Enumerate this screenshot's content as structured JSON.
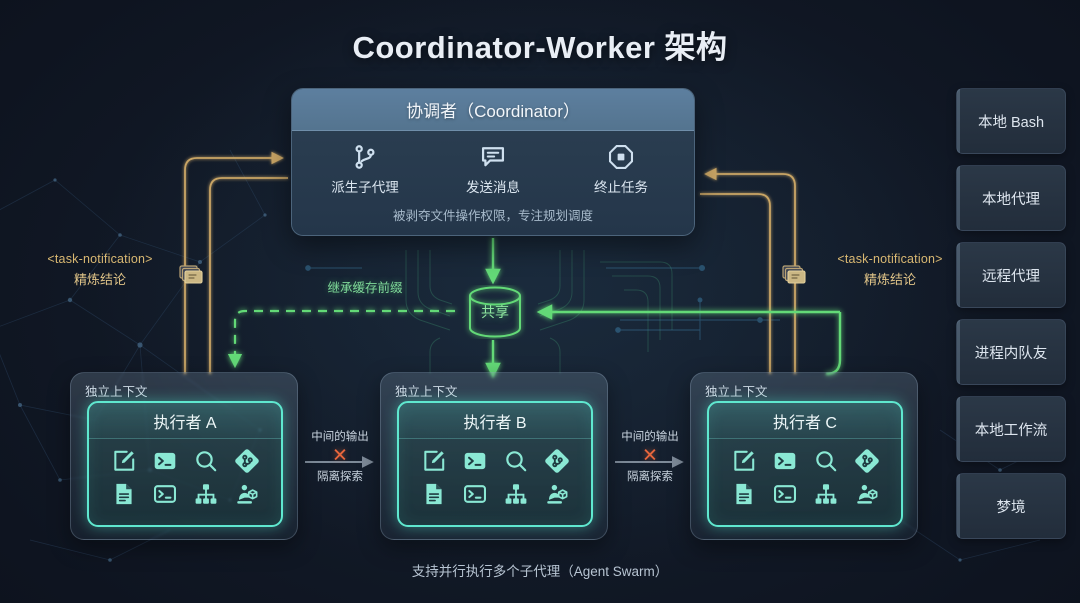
{
  "title": "Coordinator-Worker 架构",
  "coordinator": {
    "header": "协调者（Coordinator）",
    "actions": [
      {
        "label": "派生子代理",
        "icon": "git-branch-icon"
      },
      {
        "label": "发送消息",
        "icon": "message-icon"
      },
      {
        "label": "终止任务",
        "icon": "stop-octagon-icon"
      }
    ],
    "note": "被剥夺文件操作权限，专注规划调度"
  },
  "shared_cache": {
    "label": "共享",
    "icon": "database-cylinder-icon"
  },
  "inherit_label": "继承缓存前缀",
  "notifications": [
    {
      "tag": "<task-notification>",
      "sub": "精炼结论",
      "icon": "stacked-cards-icon"
    },
    {
      "tag": "<task-notification>",
      "sub": "精炼结论",
      "icon": "stacked-cards-icon"
    }
  ],
  "workers": [
    {
      "context_label": "独立上下文",
      "title": "执行者 A",
      "icons": [
        "edit-pencil-icon",
        "terminal-filled-icon",
        "search-icon",
        "git-diamond-icon",
        "document-icon",
        "terminal-outline-icon",
        "sitemap-icon",
        "agent-tools-icon"
      ]
    },
    {
      "context_label": "独立上下文",
      "title": "执行者 B",
      "icons": [
        "edit-pencil-icon",
        "terminal-filled-icon",
        "search-icon",
        "git-diamond-icon",
        "document-icon",
        "terminal-outline-icon",
        "sitemap-icon",
        "agent-tools-icon"
      ]
    },
    {
      "context_label": "独立上下文",
      "title": "执行者 C",
      "icons": [
        "edit-pencil-icon",
        "terminal-filled-icon",
        "search-icon",
        "git-diamond-icon",
        "document-icon",
        "terminal-outline-icon",
        "sitemap-icon",
        "agent-tools-icon"
      ]
    }
  ],
  "blocked_links": [
    {
      "top": "中间的输出",
      "bottom": "隔离探索",
      "mark": "✕"
    },
    {
      "top": "中间的输出",
      "bottom": "隔离探索",
      "mark": "✕"
    }
  ],
  "caption": "支持并行执行多个子代理（Agent Swarm）",
  "sidebar": {
    "items": [
      {
        "label": "本地 Bash"
      },
      {
        "label": "本地代理"
      },
      {
        "label": "远程代理"
      },
      {
        "label": "进程内队友"
      },
      {
        "label": "本地工作流"
      },
      {
        "label": "梦境"
      }
    ]
  },
  "colors": {
    "background": "#0f1624",
    "accent_green": "#5ad97a",
    "accent_teal": "#5fe8cf",
    "accent_gold": "#c9a565",
    "accent_red": "#e8663c",
    "coordinator_header": "#5d7f9f"
  }
}
